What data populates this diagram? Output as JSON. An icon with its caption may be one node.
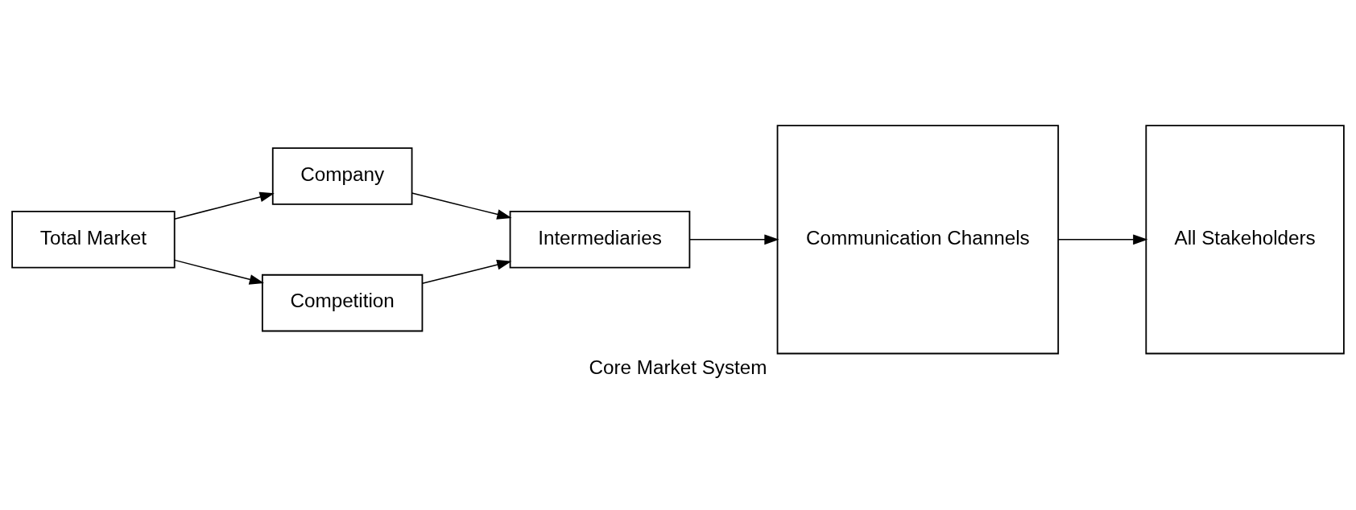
{
  "diagram": {
    "caption": "Core Market System",
    "nodes": [
      {
        "text": [
          "Total Market"
        ]
      },
      {
        "text": [
          "Company"
        ]
      },
      {
        "text": [
          "Competition"
        ]
      },
      {
        "text": [
          "Intermediaries"
        ]
      },
      {
        "text": [
          "Communication Channels"
        ]
      },
      {
        "text": [
          "All Stakeholders"
        ]
      }
    ],
    "edges": [
      {
        "from": 0,
        "to": 1,
        "arrow": "to"
      },
      {
        "from": 0,
        "to": 2,
        "arrow": "to"
      },
      {
        "from": 1,
        "to": 3,
        "arrow": "to"
      },
      {
        "from": 2,
        "to": 3,
        "arrow": "to"
      },
      {
        "from": 3,
        "to": 4,
        "arrow": "to"
      },
      {
        "from": 4,
        "to": 5,
        "arrow": "to"
      }
    ]
  }
}
